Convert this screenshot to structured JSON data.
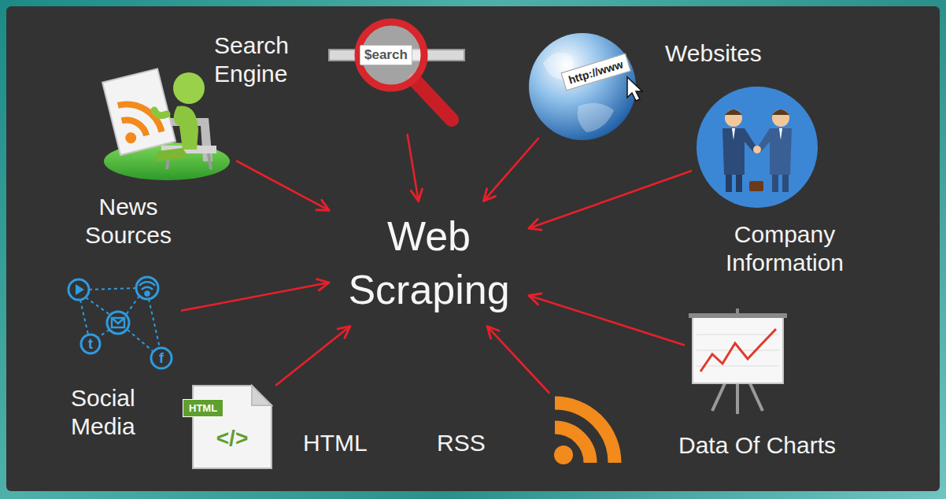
{
  "diagram": {
    "nodes": [
      {
        "text": [
          "Search Engine"
        ]
      },
      {
        "text": [
          "Websites"
        ]
      },
      {
        "text": [
          "News Sources"
        ]
      },
      {
        "text": [
          "Web Scraping"
        ]
      },
      {
        "text": [
          "Company Information"
        ]
      },
      {
        "text": [
          "Social Media"
        ]
      },
      {
        "text": [
          "HTML"
        ]
      },
      {
        "text": [
          "RSS"
        ]
      },
      {
        "text": [
          "Data Of Charts"
        ]
      }
    ],
    "edges": [
      {
        "from": 0,
        "to": 3,
        "arrow": "to"
      },
      {
        "from": 1,
        "to": 3,
        "arrow": "to"
      },
      {
        "from": 2,
        "to": 3,
        "arrow": "to"
      },
      {
        "from": 4,
        "to": 3,
        "arrow": "to"
      },
      {
        "from": 5,
        "to": 3,
        "arrow": "to"
      },
      {
        "from": 6,
        "to": 3,
        "arrow": "to"
      },
      {
        "from": 7,
        "to": 3,
        "arrow": "to"
      },
      {
        "from": 8,
        "to": 3,
        "arrow": "to"
      }
    ],
    "labels": [
      "$earch",
      "http://www",
      "t",
      "f",
      "HTML",
      "</>"
    ]
  }
}
